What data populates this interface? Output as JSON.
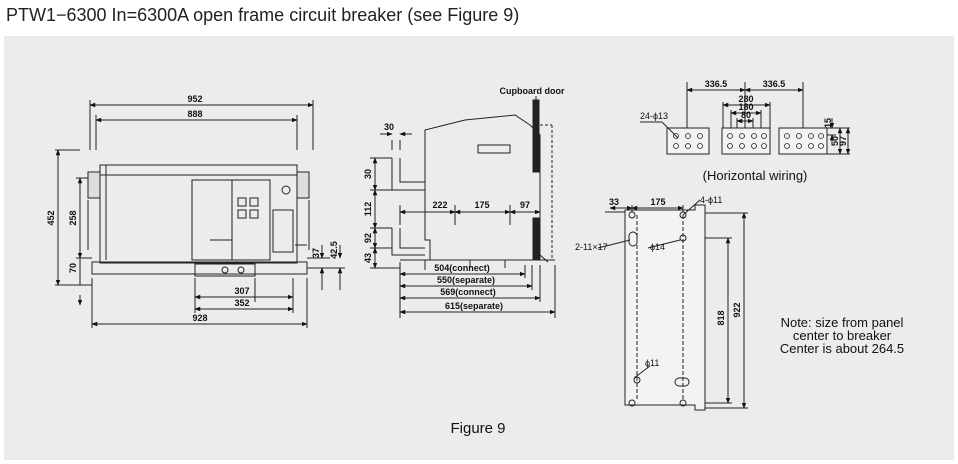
{
  "header": {
    "title": "PTW1−6300  In=6300A open frame circuit breaker (see Figure 9)"
  },
  "figure": {
    "caption": "Figure 9",
    "front_view": {
      "w952": "952",
      "w888": "888",
      "h452": "452",
      "h258": "258",
      "h70": "70",
      "w307": "307",
      "w352": "352",
      "w928": "928",
      "h37": "37",
      "h42_5": "42.5"
    },
    "side_view": {
      "door": "Cupboard door",
      "d30": "30",
      "v30": "30",
      "v112": "112",
      "v92": "92",
      "v43": "43",
      "d222": "222",
      "d175": "175",
      "d97": "97",
      "connect504": "504(connect)",
      "separate550": "550(separate)",
      "connect569": "569(connect)",
      "separate615": "615(separate)"
    },
    "terminal_view": {
      "d336a": "336.5",
      "d336b": "336.5",
      "d280": "280",
      "d180": "180",
      "d80": "80",
      "holes": "24-ϕ13",
      "h15": "15",
      "h50": "50",
      "h97": "97",
      "label": "(Horizontal wiring)"
    },
    "mount_view": {
      "d33": "33",
      "d175": "175",
      "holes": "4-ϕ11",
      "slots": "2-11×17",
      "phi14": "ϕ14",
      "phi11": "ϕ11",
      "v818": "818",
      "v922": "922"
    },
    "note": {
      "line1": "Note: size from panel",
      "line2": "center to breaker",
      "line3": "Center is about 264.5"
    }
  }
}
